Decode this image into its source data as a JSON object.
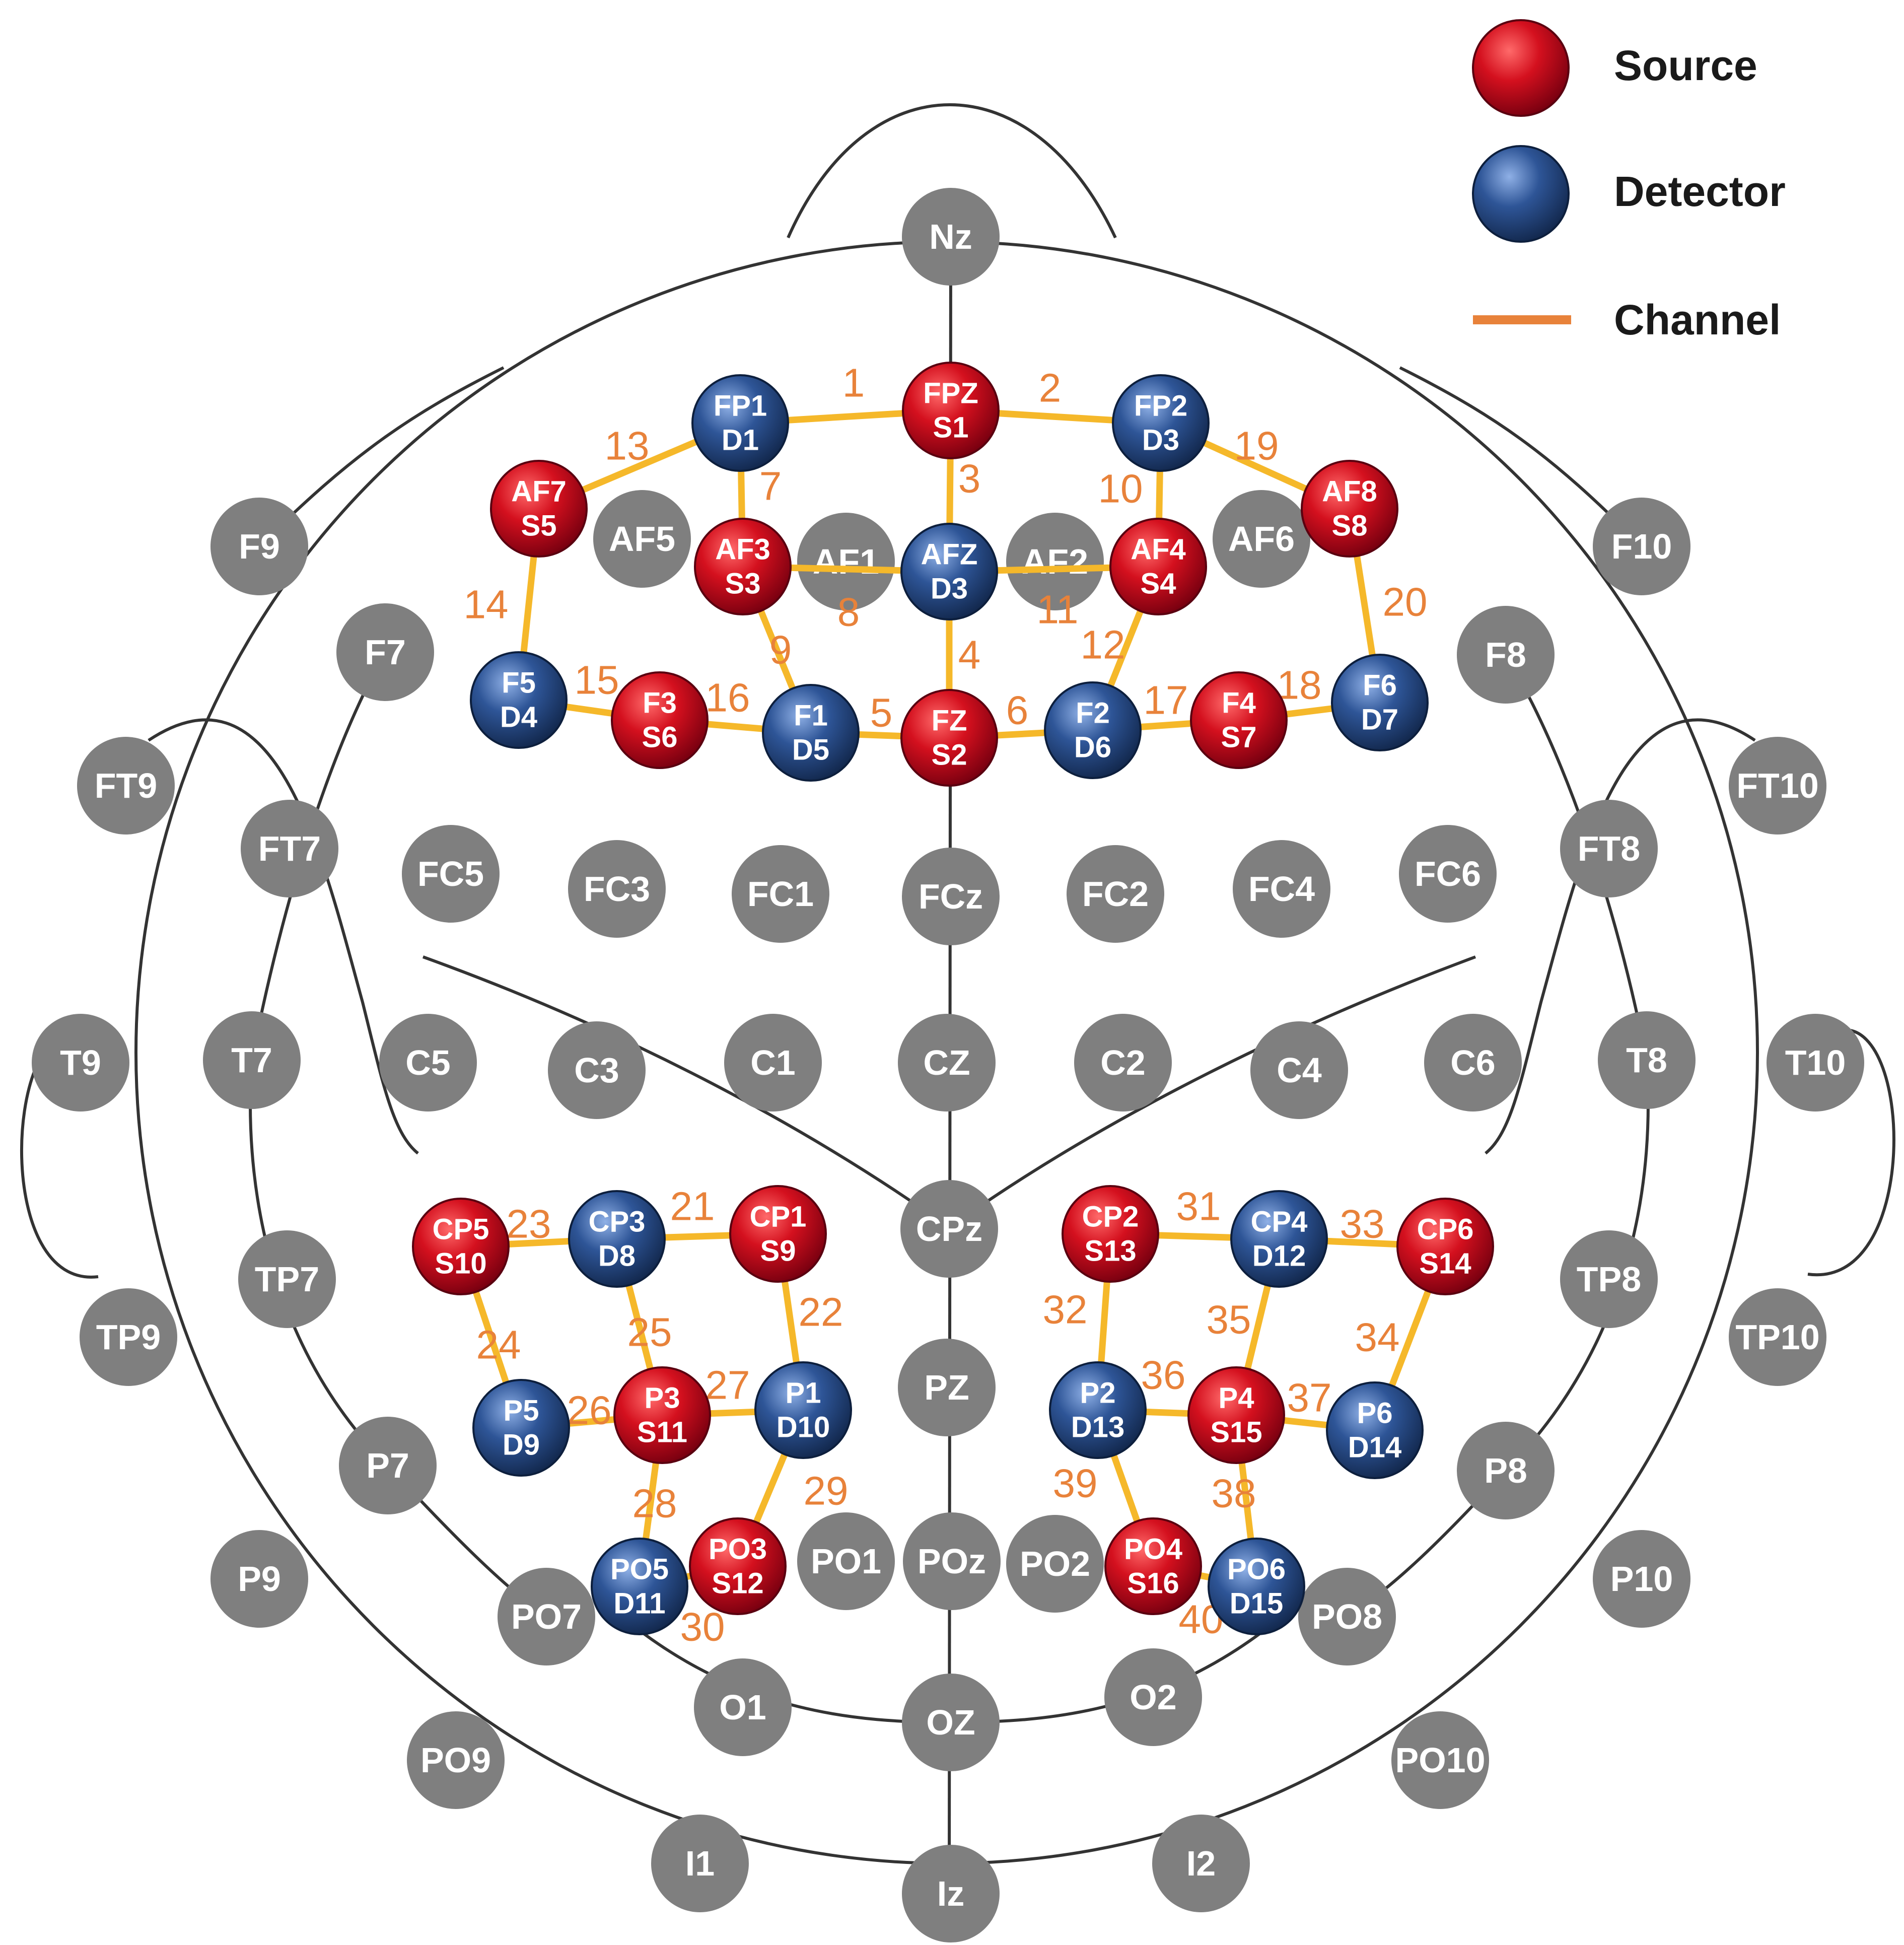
{
  "legend": {
    "source_label": "Source",
    "detector_label": "Detector",
    "channel_label": "Channel"
  },
  "colors": {
    "source": "#C8102E",
    "detector": "#2E5597",
    "channel": "#F5B82A",
    "channel_number": "#E8823A",
    "electrode": "#7F7F7F",
    "outline": "#333333"
  },
  "grey_electrodes": [
    "Nz",
    "F9",
    "F10",
    "AF5",
    "AF1",
    "AF2",
    "AF6",
    "F7",
    "F8",
    "FT9",
    "FT10",
    "FT7",
    "FT8",
    "FC5",
    "FC3",
    "FC1",
    "FCz",
    "FC2",
    "FC4",
    "FC6",
    "T9",
    "T7",
    "C5",
    "C3",
    "C1",
    "CZ",
    "C2",
    "C4",
    "C6",
    "T8",
    "T10",
    "CPz",
    "TP7",
    "TP8",
    "TP9",
    "TP10",
    "PZ",
    "P7",
    "P8",
    "P9",
    "P10",
    "PO7",
    "PO8",
    "PO1",
    "POz",
    "PO2",
    "O1",
    "OZ",
    "O2",
    "PO9",
    "PO10",
    "I1",
    "Iz",
    "I2"
  ],
  "optodes": [
    {
      "id": "S1",
      "type": "source",
      "pos": "FPZ",
      "code": "S1"
    },
    {
      "id": "S2",
      "type": "source",
      "pos": "FZ",
      "code": "S2"
    },
    {
      "id": "S3",
      "type": "source",
      "pos": "AF3",
      "code": "S3"
    },
    {
      "id": "S4",
      "type": "source",
      "pos": "AF4",
      "code": "S4"
    },
    {
      "id": "S5",
      "type": "source",
      "pos": "AF7",
      "code": "S5"
    },
    {
      "id": "S6",
      "type": "source",
      "pos": "F3",
      "code": "S6"
    },
    {
      "id": "S7",
      "type": "source",
      "pos": "F4",
      "code": "S7"
    },
    {
      "id": "S8",
      "type": "source",
      "pos": "AF8",
      "code": "S8"
    },
    {
      "id": "S9",
      "type": "source",
      "pos": "CP1",
      "code": "S9"
    },
    {
      "id": "S10",
      "type": "source",
      "pos": "CP5",
      "code": "S10"
    },
    {
      "id": "S11",
      "type": "source",
      "pos": "P3",
      "code": "S11"
    },
    {
      "id": "S12",
      "type": "source",
      "pos": "PO3",
      "code": "S12"
    },
    {
      "id": "S13",
      "type": "source",
      "pos": "CP2",
      "code": "S13"
    },
    {
      "id": "S14",
      "type": "source",
      "pos": "CP6",
      "code": "S14"
    },
    {
      "id": "S15",
      "type": "source",
      "pos": "P4",
      "code": "S15"
    },
    {
      "id": "S16",
      "type": "source",
      "pos": "PO4",
      "code": "S16"
    },
    {
      "id": "D1",
      "type": "detector",
      "pos": "FP1",
      "code": "D1"
    },
    {
      "id": "D3a",
      "type": "detector",
      "pos": "FP2",
      "code": "D3"
    },
    {
      "id": "D3b",
      "type": "detector",
      "pos": "AFZ",
      "code": "D3"
    },
    {
      "id": "D4",
      "type": "detector",
      "pos": "F5",
      "code": "D4"
    },
    {
      "id": "D5",
      "type": "detector",
      "pos": "F1",
      "code": "D5"
    },
    {
      "id": "D6",
      "type": "detector",
      "pos": "F2",
      "code": "D6"
    },
    {
      "id": "D7",
      "type": "detector",
      "pos": "F6",
      "code": "D7"
    },
    {
      "id": "D8",
      "type": "detector",
      "pos": "CP3",
      "code": "D8"
    },
    {
      "id": "D9",
      "type": "detector",
      "pos": "P5",
      "code": "D9"
    },
    {
      "id": "D10",
      "type": "detector",
      "pos": "P1",
      "code": "D10"
    },
    {
      "id": "D11",
      "type": "detector",
      "pos": "PO5",
      "code": "D11"
    },
    {
      "id": "D12",
      "type": "detector",
      "pos": "CP4",
      "code": "D12"
    },
    {
      "id": "D13",
      "type": "detector",
      "pos": "P2",
      "code": "D13"
    },
    {
      "id": "D14",
      "type": "detector",
      "pos": "P6",
      "code": "D14"
    },
    {
      "id": "D15",
      "type": "detector",
      "pos": "PO6",
      "code": "D15"
    }
  ],
  "channels": [
    {
      "n": "1",
      "a": "D1",
      "b": "S1"
    },
    {
      "n": "2",
      "a": "S1",
      "b": "D3a"
    },
    {
      "n": "3",
      "a": "S1",
      "b": "D3b"
    },
    {
      "n": "4",
      "a": "D3b",
      "b": "S2"
    },
    {
      "n": "5",
      "a": "D5",
      "b": "S2"
    },
    {
      "n": "6",
      "a": "S2",
      "b": "D6"
    },
    {
      "n": "7",
      "a": "D1",
      "b": "S3"
    },
    {
      "n": "8",
      "a": "S3",
      "b": "D3b"
    },
    {
      "n": "9",
      "a": "S3",
      "b": "D5"
    },
    {
      "n": "10",
      "a": "D3a",
      "b": "S4"
    },
    {
      "n": "11",
      "a": "D3b",
      "b": "S4"
    },
    {
      "n": "12",
      "a": "S4",
      "b": "D6"
    },
    {
      "n": "13",
      "a": "S5",
      "b": "D1"
    },
    {
      "n": "14",
      "a": "S5",
      "b": "D4"
    },
    {
      "n": "15",
      "a": "D4",
      "b": "S6"
    },
    {
      "n": "16",
      "a": "S6",
      "b": "D5"
    },
    {
      "n": "17",
      "a": "D6",
      "b": "S7"
    },
    {
      "n": "18",
      "a": "S7",
      "b": "D7"
    },
    {
      "n": "19",
      "a": "D3a",
      "b": "S8"
    },
    {
      "n": "20",
      "a": "S8",
      "b": "D7"
    },
    {
      "n": "21",
      "a": "D8",
      "b": "S9"
    },
    {
      "n": "22",
      "a": "S9",
      "b": "D10"
    },
    {
      "n": "23",
      "a": "S10",
      "b": "D8"
    },
    {
      "n": "24",
      "a": "S10",
      "b": "D9"
    },
    {
      "n": "25",
      "a": "D8",
      "b": "S11"
    },
    {
      "n": "26",
      "a": "D9",
      "b": "S11"
    },
    {
      "n": "27",
      "a": "S11",
      "b": "D10"
    },
    {
      "n": "28",
      "a": "S11",
      "b": "D11"
    },
    {
      "n": "29",
      "a": "D10",
      "b": "S12"
    },
    {
      "n": "30",
      "a": "D11",
      "b": "S12"
    },
    {
      "n": "31",
      "a": "S13",
      "b": "D12"
    },
    {
      "n": "32",
      "a": "S13",
      "b": "D13"
    },
    {
      "n": "33",
      "a": "D12",
      "b": "S14"
    },
    {
      "n": "34",
      "a": "S14",
      "b": "D14"
    },
    {
      "n": "35",
      "a": "D12",
      "b": "S15"
    },
    {
      "n": "36",
      "a": "D13",
      "b": "S15"
    },
    {
      "n": "37",
      "a": "S15",
      "b": "D14"
    },
    {
      "n": "38",
      "a": "S15",
      "b": "D15"
    },
    {
      "n": "39",
      "a": "D13",
      "b": "S16"
    },
    {
      "n": "40",
      "a": "S16",
      "b": "D15"
    }
  ]
}
